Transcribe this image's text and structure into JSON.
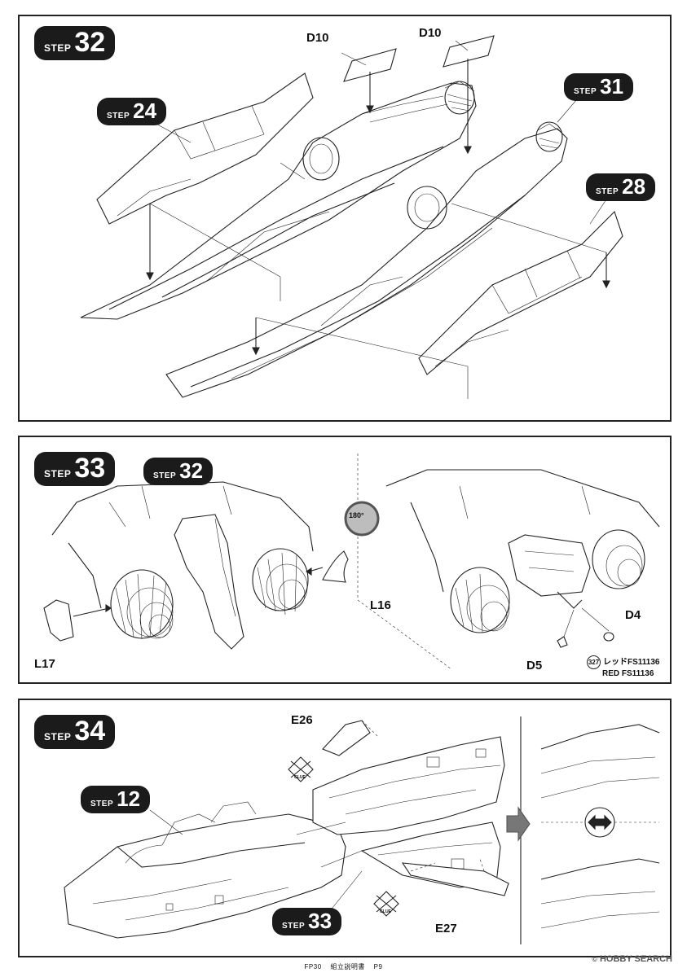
{
  "step_word": "STEP",
  "step32": {
    "number": "32",
    "refs": [
      {
        "word": "STEP",
        "number": "24"
      },
      {
        "word": "STEP",
        "number": "31"
      },
      {
        "word": "STEP",
        "number": "28"
      }
    ],
    "parts": [
      "D10",
      "D10"
    ]
  },
  "step33": {
    "number": "33",
    "ref": {
      "word": "STEP",
      "number": "32"
    },
    "rotate": "180°",
    "parts": {
      "l17": "L17",
      "l16": "L16",
      "d4": "D4",
      "d5": "D5"
    },
    "paint": {
      "code": "327",
      "jp": "レッドFS11136",
      "en": "RED FS11136"
    }
  },
  "step34": {
    "number": "34",
    "refs": [
      {
        "word": "STEP",
        "number": "12"
      },
      {
        "word": "STEP",
        "number": "33"
      }
    ],
    "parts": {
      "e26": "E26",
      "e27": "E27"
    },
    "glue": "GLUE"
  },
  "footer": {
    "code": "FP30",
    "title": "組立説明書",
    "page": "P9"
  },
  "watermark": {
    "symbol": "©",
    "brand": "HOBBY SEARCH"
  }
}
